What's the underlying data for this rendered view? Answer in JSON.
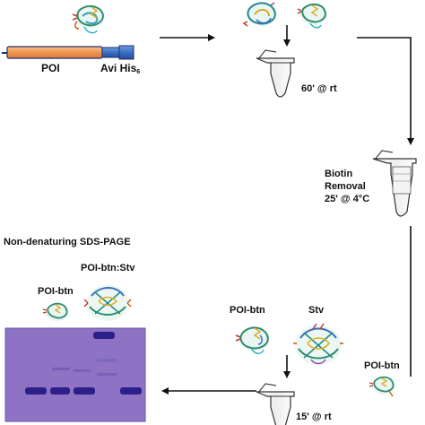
{
  "construct": {
    "poi_label": "POI",
    "avi_label": "Avi",
    "his_label": "His",
    "his_subscript": "6",
    "colors": {
      "poi_fill": "#f0a060",
      "tag_fill": "#3c6fc4",
      "outline": "#1f2f6b"
    }
  },
  "steps": {
    "incubation_label": "60' @ rt",
    "biotin_removal": {
      "line1": "Biotin",
      "line2": "Removal",
      "line3": "25' @ 4°C"
    },
    "stv_binding_label": "15' @ rt"
  },
  "molecule_labels": {
    "poi_btn_right": "POI-btn",
    "poi_btn_bottom": "POI-btn",
    "stv": "Stv",
    "gel_poi_btn": "POI-btn",
    "gel_complex": "POI-btn:Stv"
  },
  "gel": {
    "title": "Non-denaturing SDS-PAGE",
    "colors": {
      "background": "#8e73c4",
      "band": "#2c1f8a",
      "band_faint": "#6a55b0"
    }
  },
  "arrow_color": "#111111"
}
